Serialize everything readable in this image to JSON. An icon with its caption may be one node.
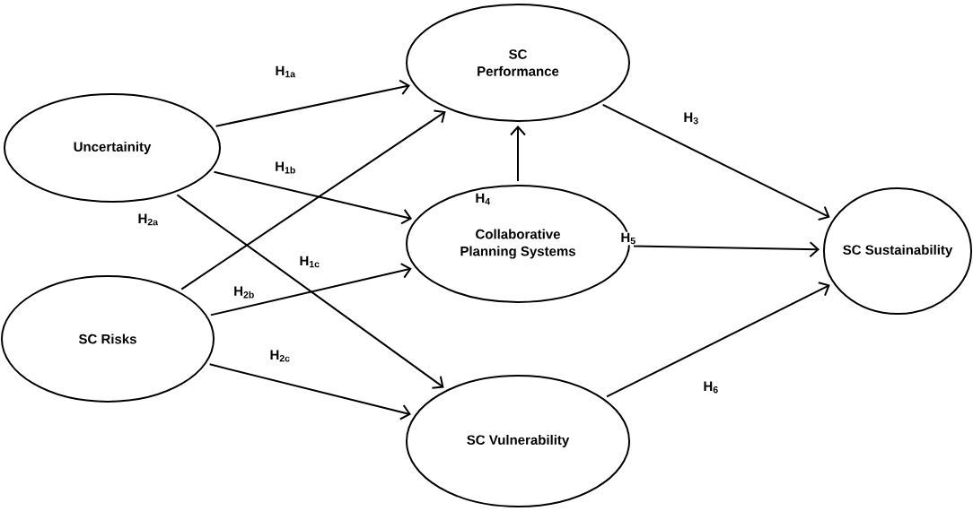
{
  "diagram": {
    "nodes": [
      {
        "text": [
          "Uncertainity"
        ]
      },
      {
        "text": [
          "SC Performance"
        ]
      },
      {
        "text": [
          "Collaborative Planning Systems"
        ]
      },
      {
        "text": [
          "SC Sustainability"
        ]
      },
      {
        "text": [
          "SC Risks"
        ]
      },
      {
        "text": [
          "SC Vulnerability"
        ]
      }
    ],
    "edges": [
      {
        "from": 0,
        "to": 1,
        "arrow": "to",
        "label": "H$_{1a}$"
      },
      {
        "from": 0,
        "to": 2,
        "arrow": "to",
        "label": "H$_{1b}$"
      },
      {
        "from": 0,
        "to": 5,
        "arrow": "to",
        "label": "H$_{1c}$"
      },
      {
        "from": 4,
        "to": 1,
        "arrow": "to",
        "label": "H$_{2a}$"
      },
      {
        "from": 4,
        "to": 2,
        "arrow": "to",
        "label": "H$_{2b}$"
      },
      {
        "from": 4,
        "to": 5,
        "arrow": "to",
        "label": "H$_{2c}$"
      },
      {
        "from": 1,
        "to": 3,
        "arrow": "to",
        "label": "H$_{3}$"
      },
      {
        "from": 2,
        "to": 1,
        "arrow": "to",
        "label": "H$_{4}$"
      },
      {
        "from": 2,
        "to": 3,
        "arrow": "to",
        "label": "H$_{5}$"
      },
      {
        "from": 5,
        "to": 3,
        "arrow": "to",
        "label": "H$_{6}$"
      }
    ]
  }
}
